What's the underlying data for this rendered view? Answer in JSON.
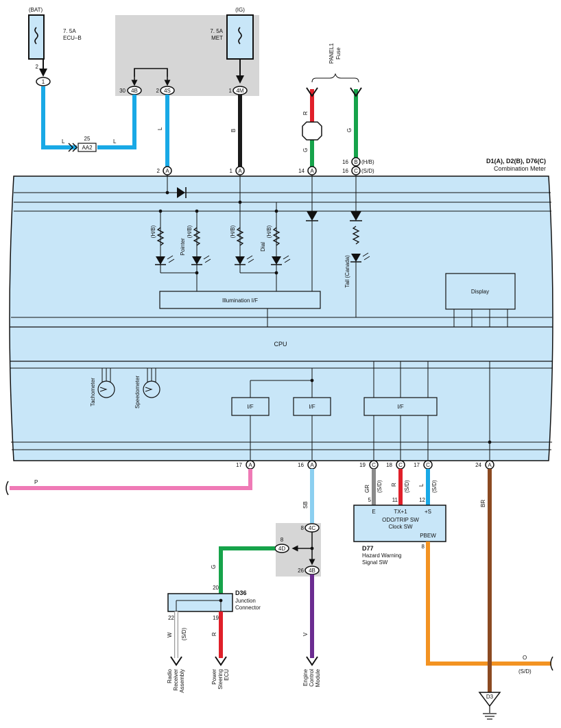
{
  "fuses": {
    "bat": {
      "supply": "(BAT)",
      "rating": "7. 5A",
      "name": "ECU–B",
      "pin": "2",
      "conn": "1"
    },
    "ig": {
      "supply": "(IG)",
      "rating": "7. 5A",
      "name": "MET",
      "pin": "1",
      "conn": "4M"
    },
    "panel": {
      "name1": "PANEL1",
      "name2": "Fuse"
    }
  },
  "jb_top": {
    "pin_a": "30",
    "conn_a": "4B",
    "pin_b": "2",
    "conn_b": "4S"
  },
  "inline_connector": {
    "id": "AA2",
    "pin": "25"
  },
  "meter": {
    "title": "D1(A), D2(B), D76(C)",
    "subtitle": "Combination Meter",
    "display_label": "Display",
    "cpu_label": "CPU",
    "illum_label": "Illumination I/F",
    "if1": "I/F",
    "if2": "I/F",
    "if3": "I/F",
    "hb": "(H/B)",
    "pointer": "Pointer",
    "dial": "Dial",
    "tail": "Tail (Canada)",
    "tachometer": "Tachometer",
    "speedometer": "Speedometer"
  },
  "top_pins": [
    {
      "pin": "2",
      "conn": "A"
    },
    {
      "pin": "1",
      "conn": "A"
    },
    {
      "pin": "14",
      "conn": "A"
    },
    {
      "pin": "16",
      "conn": "B",
      "note": "(H/B)"
    },
    {
      "pin": "16",
      "conn": "C",
      "note": "(S/D)"
    }
  ],
  "bottom_pins": [
    {
      "pin": "17",
      "conn": "A"
    },
    {
      "pin": "16",
      "conn": "A"
    },
    {
      "pin": "19",
      "conn": "C"
    },
    {
      "pin": "18",
      "conn": "C"
    },
    {
      "pin": "17",
      "conn": "C"
    },
    {
      "pin": "24",
      "conn": "A"
    }
  ],
  "wire_colors": {
    "L": "L",
    "B": "B",
    "R": "R",
    "G": "G",
    "P": "P",
    "SB": "SB",
    "GR": "GR",
    "BR": "BR",
    "V": "V",
    "W": "W",
    "O": "O"
  },
  "sd": "(S/D)",
  "d77": {
    "id": "D77",
    "name1": "Hazard Warning",
    "name2": "Signal SW",
    "line1": "ODO/TRIP SW",
    "line2": "Clock SW",
    "term_e": "E",
    "term_tx": "TX+1",
    "term_s": "+S",
    "term_pbew": "PBEW",
    "pin_e": "5",
    "pin_tx": "11",
    "pin_s": "12",
    "pin_pbew": "8"
  },
  "jb_bottom": {
    "pin_4c": "8",
    "conn_4c": "4C",
    "pin_4d": "8",
    "conn_4d": "4D",
    "pin_4b": "26",
    "conn_4b": "4B"
  },
  "d36": {
    "id": "D36",
    "name1": "Junction",
    "name2": "Connector",
    "pin20": "20",
    "pin22": "22",
    "pin19": "19"
  },
  "destinations": {
    "radio": [
      "Radio",
      "Receiver",
      "Assembly"
    ],
    "ps": [
      "Power",
      "Steering",
      "ECU"
    ],
    "ecm": [
      "Engine",
      "Control",
      "Module"
    ]
  },
  "ground": "D3",
  "colors": {
    "panel_fill": "#c8e6f8",
    "jb_fill": "#d6d6d6",
    "wire_L": "#19a9e6",
    "wire_B": "#1a1a1a",
    "wire_R": "#e0202a",
    "wire_G": "#16a34a",
    "wire_P": "#ef7ab6",
    "wire_SB": "#8ccff0",
    "wire_GR": "#8a8a8a",
    "wire_BR": "#8b4a22",
    "wire_V": "#6b2c91",
    "wire_O": "#f39322",
    "wire_W": "#bdbdbd"
  }
}
